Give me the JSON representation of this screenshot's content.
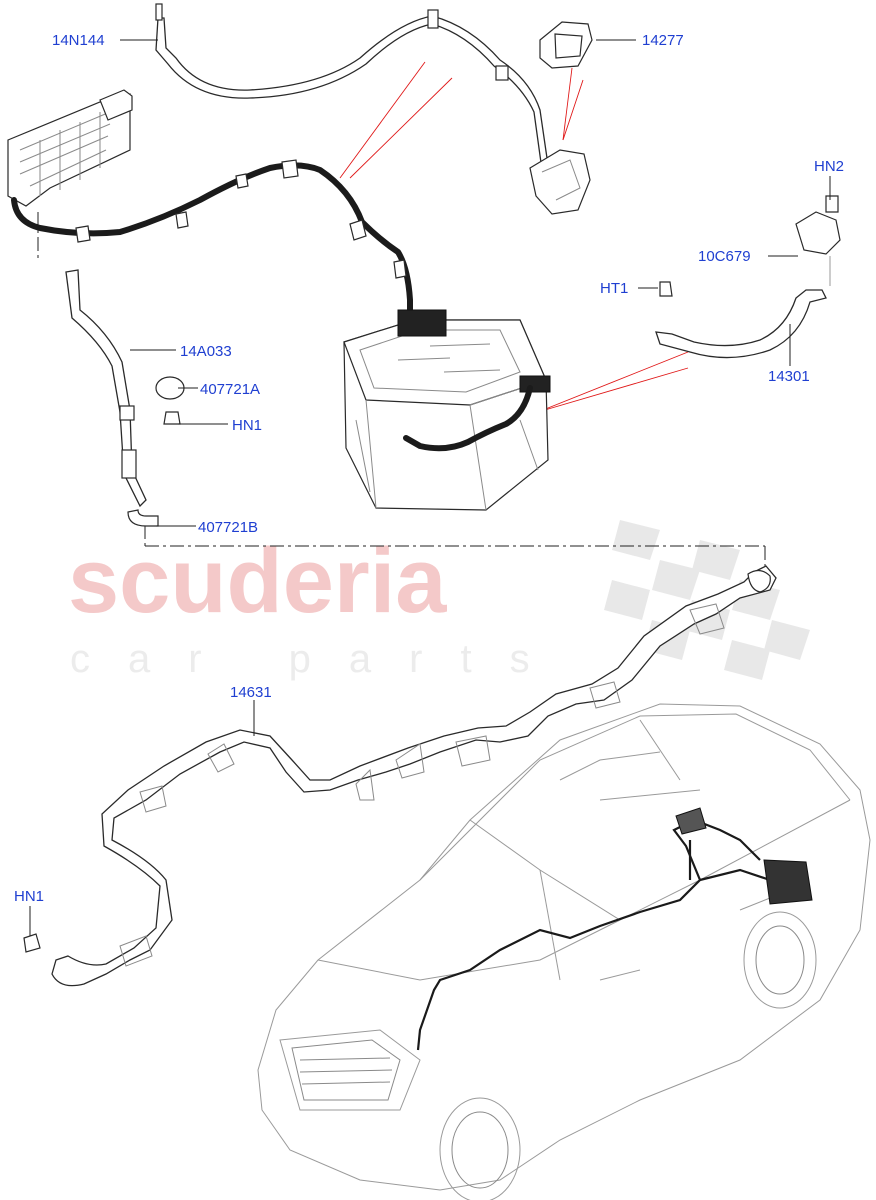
{
  "watermark": {
    "main": "scuderia",
    "sub": "car parts"
  },
  "callouts": {
    "c_14N144": "14N144",
    "c_14277": "14277",
    "c_HN2": "HN2",
    "c_10C679": "10C679",
    "c_HT1": "HT1",
    "c_14A033": "14A033",
    "c_407721A": "407721A",
    "c_HN1_top": "HN1",
    "c_14301": "14301",
    "c_407721B": "407721B",
    "c_14631": "14631",
    "c_HN1_bottom": "HN1"
  },
  "colors": {
    "label": "#1f3fd1",
    "leader_red": "#e01818",
    "watermark_red": "#f4c9c9"
  }
}
